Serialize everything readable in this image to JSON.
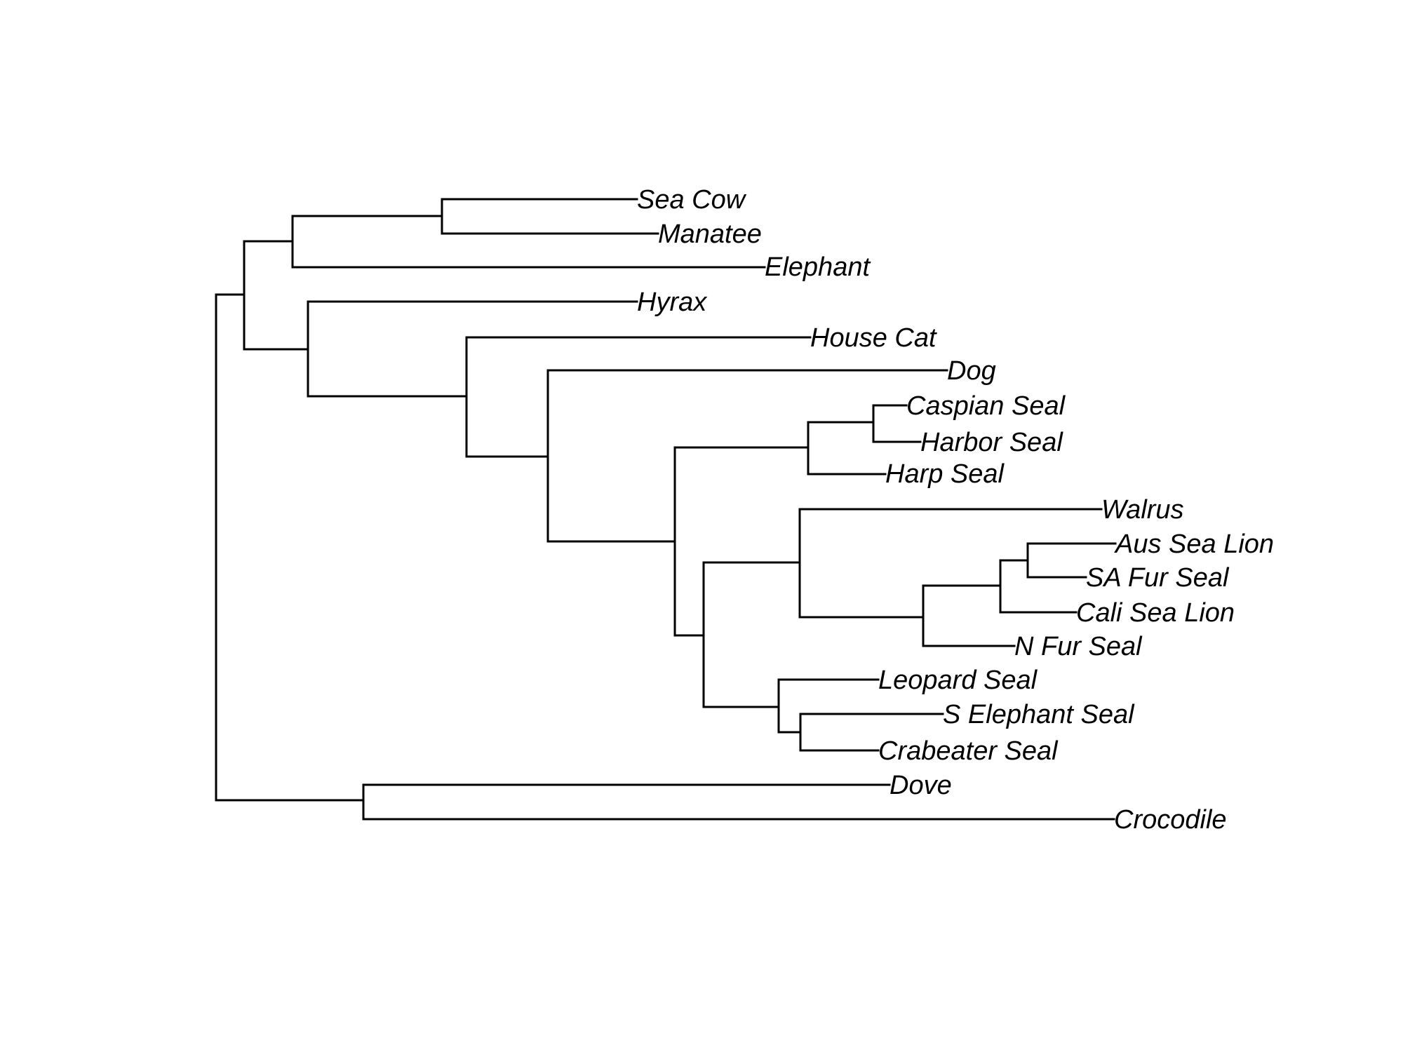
{
  "tree": {
    "line_color": "#000000",
    "tips": [
      "Sea Cow",
      "Manatee",
      "Elephant",
      "Hyrax",
      "House Cat",
      "Dog",
      "Caspian Seal",
      "Harbor Seal",
      "Harp Seal",
      "Walrus",
      "Aus Sea Lion",
      "SA Fur Seal",
      "Cali Sea Lion",
      "N Fur Seal",
      "Leopard Seal",
      "S Elephant Seal",
      "Crabeater Seal",
      "Dove",
      "Crocodile"
    ]
  }
}
